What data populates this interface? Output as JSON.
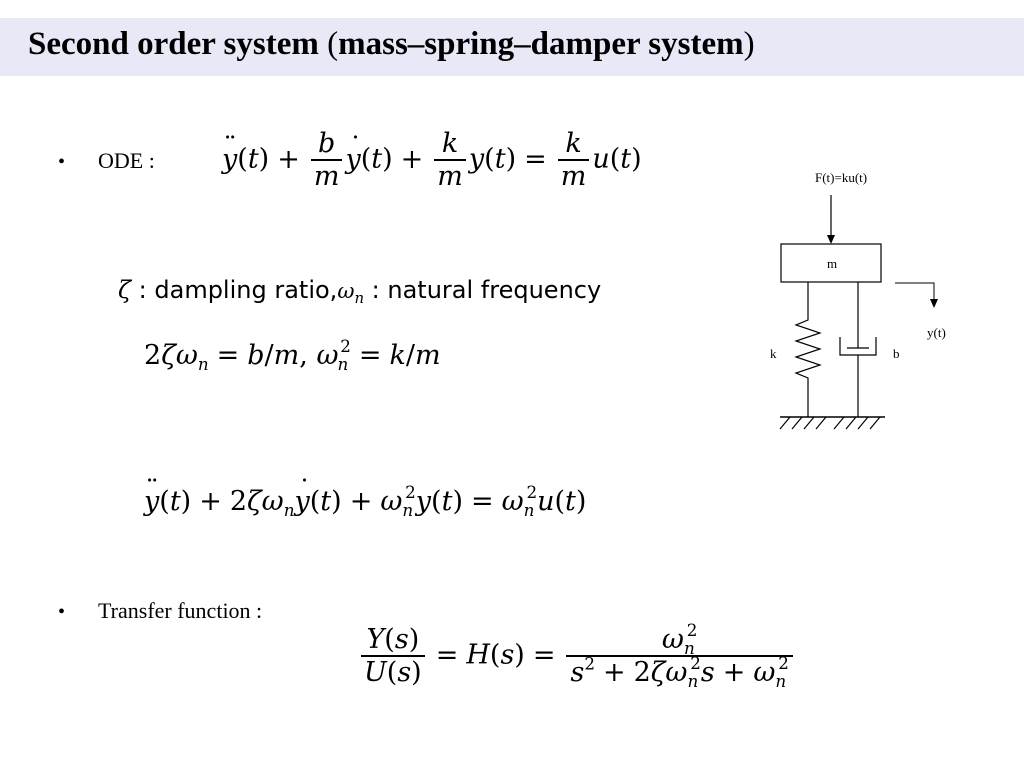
{
  "slide": {
    "title_main": "Second order system",
    "title_paren_open": "(",
    "title_sub": "mass–spring–damper system",
    "title_paren_close": ")"
  },
  "bullets": {
    "marker": "•",
    "ode_label": "ODE :",
    "tf_label": "Transfer function :"
  },
  "definitions": {
    "zeta_sym": "ζ",
    "zeta_desc": ": dampling ratio,",
    "omega_sym": "ω",
    "omega_sub": "n",
    "omega_desc": ": natural frequency"
  },
  "diagram": {
    "force_label": "F(t)=ku(t)",
    "mass_label": "m",
    "spring_label": "k",
    "damper_label": "b",
    "output_label": "y(t)"
  }
}
